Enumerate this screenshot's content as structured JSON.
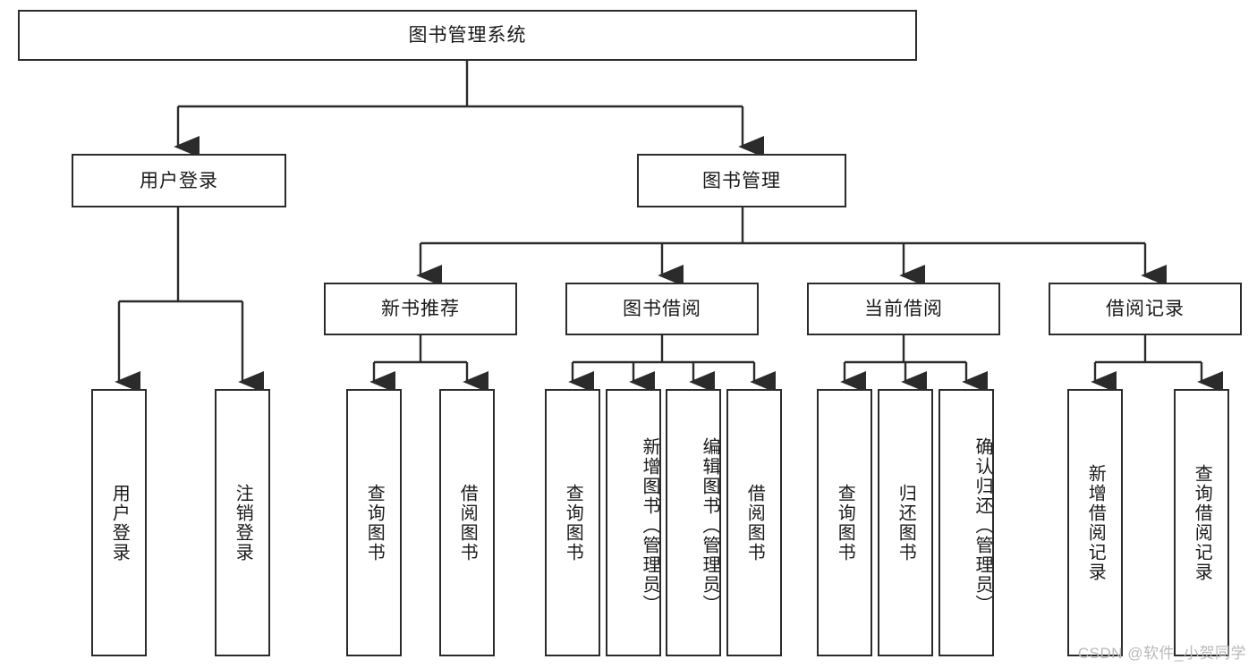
{
  "diagram": {
    "title": "图书管理系统",
    "type": "tree",
    "orientation": "top-down",
    "style": {
      "background": "#ffffff",
      "node_fill": "#ffffff",
      "node_stroke": "#2b2b2b",
      "edge_color": "#2b2b2b",
      "text_color": "#1a1a1a"
    },
    "root": {
      "label": "图书管理系统"
    },
    "level2": [
      {
        "label": "用户登录"
      },
      {
        "label": "图书管理"
      }
    ],
    "level3": [
      {
        "label": "新书推荐"
      },
      {
        "label": "图书借阅"
      },
      {
        "label": "当前借阅"
      },
      {
        "label": "借阅记录"
      }
    ],
    "leaves": {
      "user_login": [
        {
          "label": "用户登录"
        },
        {
          "label": "注销登录"
        }
      ],
      "new_book_recommend": [
        {
          "label": "查询图书"
        },
        {
          "label": "借阅图书"
        }
      ],
      "book_borrow": [
        {
          "label": "查询图书"
        },
        {
          "label": "新增图书（管理员）"
        },
        {
          "label": "编辑图书（管理员）"
        },
        {
          "label": "借阅图书"
        }
      ],
      "current_borrow": [
        {
          "label": "查询图书"
        },
        {
          "label": "归还图书"
        },
        {
          "label": "确认归还（管理员）"
        }
      ],
      "borrow_record": [
        {
          "label": "新增借阅记录"
        },
        {
          "label": "查询借阅记录"
        }
      ]
    }
  },
  "watermark": {
    "text": "CSDN @软件_小贺同学"
  }
}
